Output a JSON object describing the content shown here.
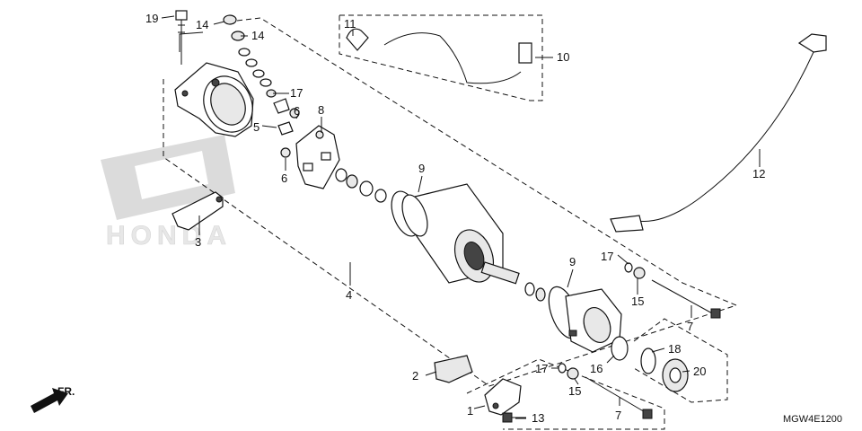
{
  "diagram": {
    "code": "MGW4E1200",
    "direction_label": "FR.",
    "brand_watermark": "HONDA",
    "callouts": [
      {
        "id": "c1",
        "text": "1"
      },
      {
        "id": "c2",
        "text": "2"
      },
      {
        "id": "c3",
        "text": "3"
      },
      {
        "id": "c4",
        "text": "4"
      },
      {
        "id": "c5",
        "text": "5"
      },
      {
        "id": "c6a",
        "text": "6"
      },
      {
        "id": "c6b",
        "text": "6"
      },
      {
        "id": "c7a",
        "text": "7"
      },
      {
        "id": "c7b",
        "text": "7"
      },
      {
        "id": "c8",
        "text": "8"
      },
      {
        "id": "c9a",
        "text": "9"
      },
      {
        "id": "c9b",
        "text": "9"
      },
      {
        "id": "c10",
        "text": "10"
      },
      {
        "id": "c11",
        "text": "11"
      },
      {
        "id": "c12",
        "text": "12"
      },
      {
        "id": "c13",
        "text": "13"
      },
      {
        "id": "c14a",
        "text": "14"
      },
      {
        "id": "c14b",
        "text": "14"
      },
      {
        "id": "c15a",
        "text": "15"
      },
      {
        "id": "c15b",
        "text": "15"
      },
      {
        "id": "c16",
        "text": "16"
      },
      {
        "id": "c17a",
        "text": "17"
      },
      {
        "id": "c17b",
        "text": "17"
      },
      {
        "id": "c17c",
        "text": "17"
      },
      {
        "id": "c18",
        "text": "18"
      },
      {
        "id": "c19",
        "text": "19"
      },
      {
        "id": "c20",
        "text": "20"
      }
    ]
  }
}
